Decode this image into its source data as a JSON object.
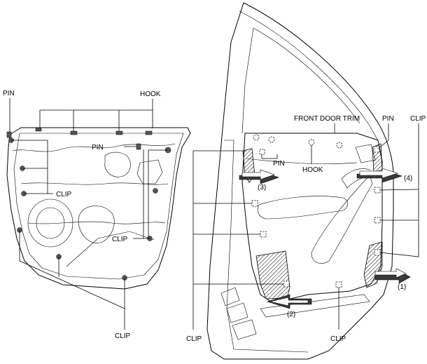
{
  "labels": {
    "left_pin": "PIN",
    "left_hook": "HOOK",
    "left_pin_center": "PIN",
    "left_clip_upper": "CLIP",
    "left_clip_right": "CLIP",
    "left_clip_bottom": "CLIP",
    "front_door_trim": "FRONT DOOR TRIM",
    "right_pin_top": "PIN",
    "right_clip_top": "CLIP",
    "right_pin_inner": "PIN",
    "right_hook": "HOOK",
    "right_clip_bottom_left": "CLIP",
    "right_clip_bottom_center": "CLIP",
    "step_1": "(1)",
    "step_2": "(2)",
    "step_3": "(3)",
    "step_4": "(4)"
  }
}
